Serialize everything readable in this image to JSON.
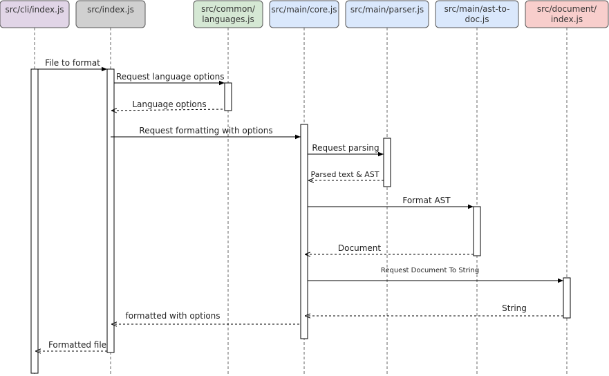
{
  "participants": [
    {
      "id": "cli",
      "line1": "src/cli/index.js",
      "line2": "",
      "fill": "#e1d5e7"
    },
    {
      "id": "index",
      "line1": "src/index.js",
      "line2": "",
      "fill": "#d0d0d0"
    },
    {
      "id": "lang",
      "line1": "src/common/",
      "line2": "languages.js",
      "fill": "#d5e8d4"
    },
    {
      "id": "core",
      "line1": "src/main/core.js",
      "line2": "",
      "fill": "#dae8fc"
    },
    {
      "id": "parser",
      "line1": "src/main/parser.js",
      "line2": "",
      "fill": "#dae8fc"
    },
    {
      "id": "ast",
      "line1": "src/main/ast-to-",
      "line2": "doc.js",
      "fill": "#dae8fc"
    },
    {
      "id": "doc",
      "line1": "src/document/",
      "line2": "index.js",
      "fill": "#f8cecc"
    }
  ],
  "messages": [
    {
      "label": "File to format",
      "kind": "sync"
    },
    {
      "label": "Request language options",
      "kind": "sync"
    },
    {
      "label": "Language options",
      "kind": "return"
    },
    {
      "label": "Request formatting with options",
      "kind": "sync"
    },
    {
      "label": "Request parsing",
      "kind": "sync"
    },
    {
      "label": "Parsed text & AST",
      "kind": "return"
    },
    {
      "label": "Format AST",
      "kind": "sync"
    },
    {
      "label": "Document",
      "kind": "return"
    },
    {
      "label": "Request Document To String",
      "kind": "sync"
    },
    {
      "label": "String",
      "kind": "return"
    },
    {
      "label": "formatted with options",
      "kind": "return"
    },
    {
      "label": "Formatted file",
      "kind": "return"
    }
  ],
  "colors": {
    "stroke": "#000000",
    "box_stroke": "#555555",
    "lifeline": "#666666"
  }
}
